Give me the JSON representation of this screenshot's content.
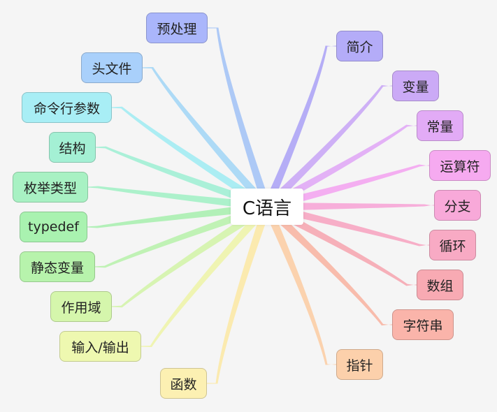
{
  "center": {
    "label": "C语言"
  },
  "topics": [
    {
      "id": "preprocess",
      "label": "预处理",
      "color": "#aab6fb",
      "line": "#a9c6f5"
    },
    {
      "id": "header-file",
      "label": "头文件",
      "color": "#a9d0fb",
      "line": "#a9d8f6"
    },
    {
      "id": "cmd-args",
      "label": "命令行参数",
      "color": "#a8eef5",
      "line": "#a6ecf2"
    },
    {
      "id": "struct",
      "label": "结构",
      "color": "#a4f0d4",
      "line": "#a5efd6"
    },
    {
      "id": "enum",
      "label": "枚举类型",
      "color": "#a8f1c3",
      "line": "#a8f0c8"
    },
    {
      "id": "typedef",
      "label": "typedef",
      "color": "#a9f2b0",
      "line": "#aeefb4"
    },
    {
      "id": "static-var",
      "label": "静态变量",
      "color": "#b7f3ac",
      "line": "#bdf1b1"
    },
    {
      "id": "scope",
      "label": "作用域",
      "color": "#d5f6ac",
      "line": "#d5f3ae"
    },
    {
      "id": "io",
      "label": "输入/输出",
      "color": "#eef8b0",
      "line": "#eef3ae"
    },
    {
      "id": "function",
      "label": "函数",
      "color": "#fcf0b2",
      "line": "#fbe9ab"
    },
    {
      "id": "intro",
      "label": "简介",
      "color": "#b4acf8",
      "line": "#b1a9f6"
    },
    {
      "id": "variable",
      "label": "变量",
      "color": "#cbaaf6",
      "line": "#cbacf6"
    },
    {
      "id": "constant",
      "label": "常量",
      "color": "#e2abf6",
      "line": "#e1adf6"
    },
    {
      "id": "operator",
      "label": "运算符",
      "color": "#f6aaf0",
      "line": "#f3aaf0"
    },
    {
      "id": "branch",
      "label": "分支",
      "color": "#f8a9d9",
      "line": "#f7aad8"
    },
    {
      "id": "loop",
      "label": "循环",
      "color": "#f8aac4",
      "line": "#f7aac4"
    },
    {
      "id": "array",
      "label": "数组",
      "color": "#f8aab3",
      "line": "#f6acb5"
    },
    {
      "id": "string",
      "label": "字符串",
      "color": "#fab4aa",
      "line": "#f8b8a8"
    },
    {
      "id": "pointer",
      "label": "指针",
      "color": "#fcd0ab",
      "line": "#fbd0aa"
    }
  ]
}
